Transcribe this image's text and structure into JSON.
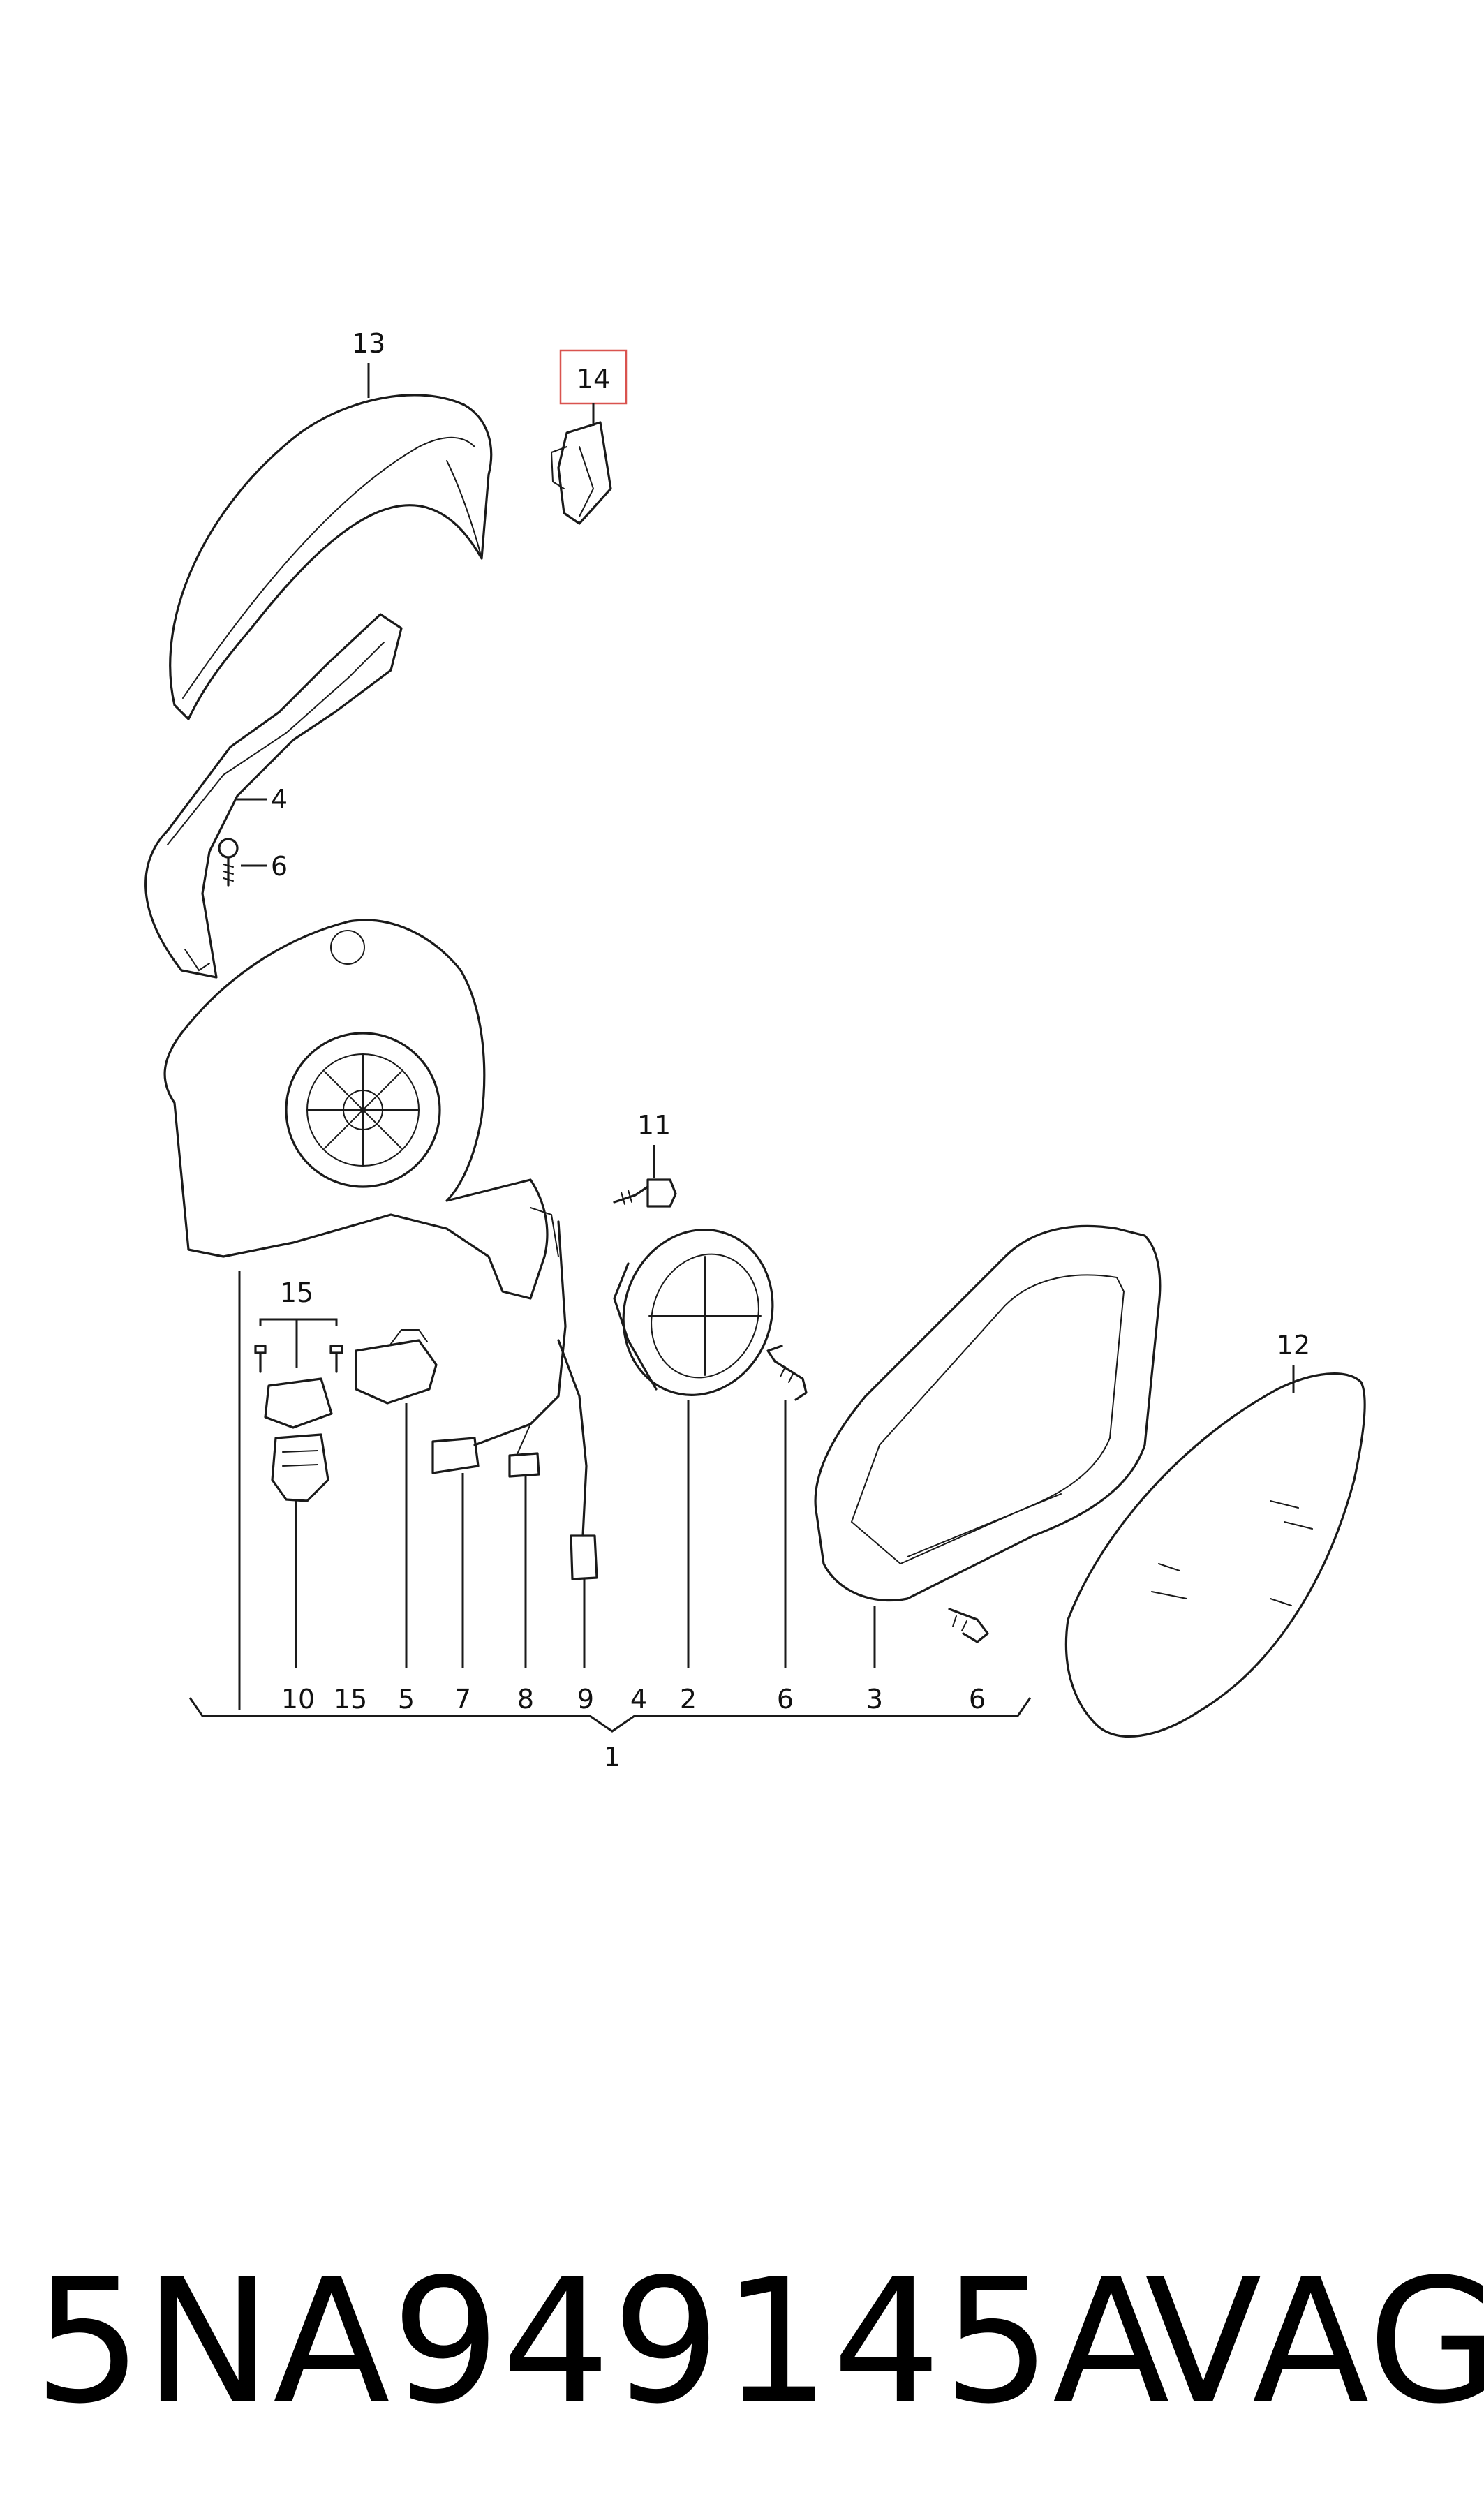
{
  "diagram": {
    "callouts": {
      "c13": "13",
      "c14": "14",
      "c4a": "4",
      "c6a": "6",
      "c11": "11",
      "c12": "12",
      "c15": "15"
    },
    "bottom_row": [
      "10",
      "15",
      "5",
      "7",
      "8",
      "9",
      "4",
      "2",
      "6",
      "3",
      "6"
    ],
    "assembly": "1",
    "highlight_color": "#d9534f"
  },
  "footer": {
    "part_number": "5NA949145A",
    "brand": "VAG"
  }
}
